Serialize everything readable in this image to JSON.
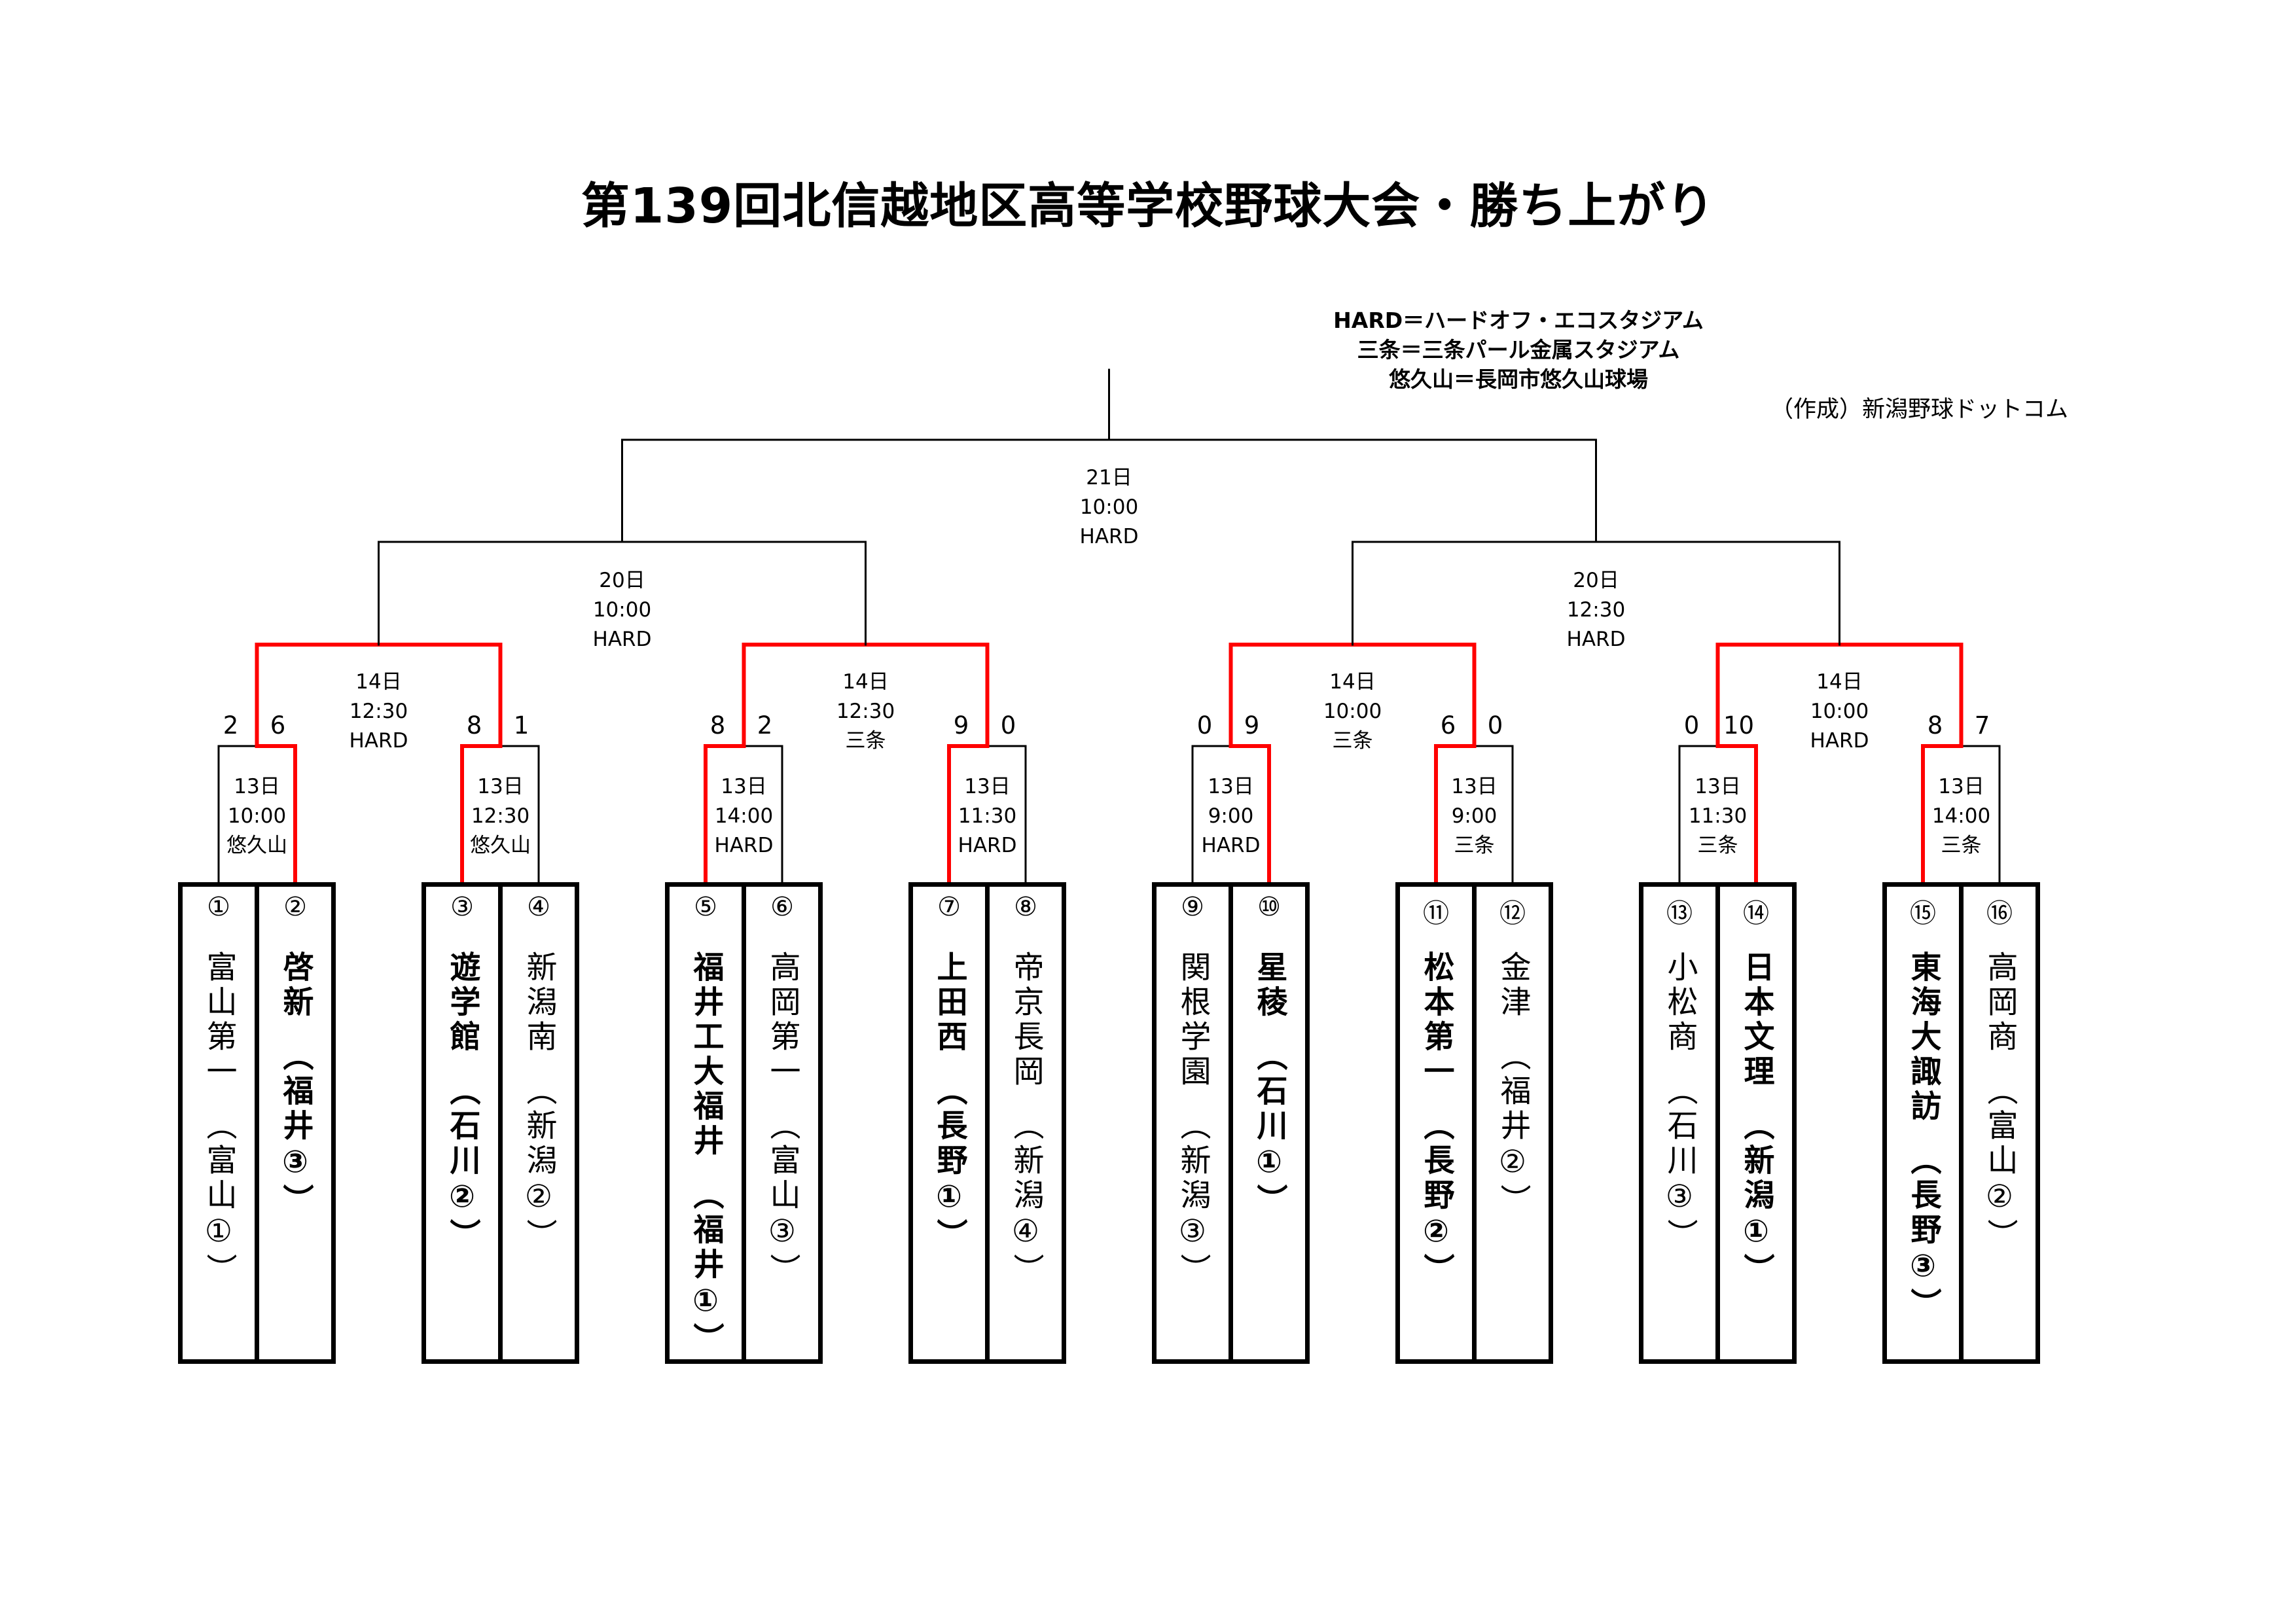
{
  "title": "第139回北信越地区高等学校野球大会・勝ち上がり",
  "legend": [
    "HARD＝ハードオフ・エコスタジアム",
    "三条＝三条パール金属スタジアム",
    "悠久山＝長岡市悠久山球場"
  ],
  "credit": "（作成）新潟野球ドットコム",
  "colors": {
    "winner_path": "#ff0000",
    "line": "#000000"
  },
  "teams": [
    {
      "num": "①",
      "name": "富山第一",
      "pref": "（富山①）",
      "winner": false
    },
    {
      "num": "②",
      "name": "啓新",
      "pref": "（福井③）",
      "winner": true
    },
    {
      "num": "③",
      "name": "遊学館",
      "pref": "（石川②）",
      "winner": true
    },
    {
      "num": "④",
      "name": "新潟南",
      "pref": "（新潟②）",
      "winner": false
    },
    {
      "num": "⑤",
      "name": "福井工大福井",
      "pref": "（福井①）",
      "winner": true
    },
    {
      "num": "⑥",
      "name": "高岡第一",
      "pref": "（富山③）",
      "winner": false
    },
    {
      "num": "⑦",
      "name": "上田西",
      "pref": "（長野①）",
      "winner": true
    },
    {
      "num": "⑧",
      "name": "帝京長岡",
      "pref": "（新潟④）",
      "winner": false
    },
    {
      "num": "⑨",
      "name": "関根学園",
      "pref": "（新潟③）",
      "winner": false
    },
    {
      "num": "⑩",
      "name": "星稜",
      "pref": "（石川①）",
      "winner": true
    },
    {
      "num": "⑪",
      "name": "松本第一",
      "pref": "（長野②）",
      "winner": true
    },
    {
      "num": "⑫",
      "name": "金津",
      "pref": "（福井②）",
      "winner": false
    },
    {
      "num": "⑬",
      "name": "小松商",
      "pref": "（石川③）",
      "winner": false
    },
    {
      "num": "⑭",
      "name": "日本文理",
      "pref": "（新潟①）",
      "winner": true
    },
    {
      "num": "⑮",
      "name": "東海大諏訪",
      "pref": "（長野③）",
      "winner": true
    },
    {
      "num": "⑯",
      "name": "高岡商",
      "pref": "（富山②）",
      "winner": false
    }
  ],
  "round1": [
    {
      "day": "13日",
      "time": "10:00",
      "venue": "悠久山",
      "score_left": "2",
      "score_right": "6"
    },
    {
      "day": "13日",
      "time": "12:30",
      "venue": "悠久山",
      "score_left": "8",
      "score_right": "1"
    },
    {
      "day": "13日",
      "time": "14:00",
      "venue": "HARD",
      "score_left": "8",
      "score_right": "2"
    },
    {
      "day": "13日",
      "time": "11:30",
      "venue": "HARD",
      "score_left": "9",
      "score_right": "0"
    },
    {
      "day": "13日",
      "time": "9:00",
      "venue": "HARD",
      "score_left": "0",
      "score_right": "9"
    },
    {
      "day": "13日",
      "time": "9:00",
      "venue": "三条",
      "score_left": "6",
      "score_right": "0"
    },
    {
      "day": "13日",
      "time": "11:30",
      "venue": "三条",
      "score_left": "0",
      "score_right": "10"
    },
    {
      "day": "13日",
      "time": "14:00",
      "venue": "三条",
      "score_left": "8",
      "score_right": "7"
    }
  ],
  "quarterfinals": [
    {
      "day": "14日",
      "time": "12:30",
      "venue": "HARD"
    },
    {
      "day": "14日",
      "time": "12:30",
      "venue": "三条"
    },
    {
      "day": "14日",
      "time": "10:00",
      "venue": "三条"
    },
    {
      "day": "14日",
      "time": "10:00",
      "venue": "HARD"
    }
  ],
  "semifinals": [
    {
      "day": "20日",
      "time": "10:00",
      "venue": "HARD"
    },
    {
      "day": "20日",
      "time": "12:30",
      "venue": "HARD"
    }
  ],
  "final": {
    "day": "21日",
    "time": "10:00",
    "venue": "HARD"
  }
}
